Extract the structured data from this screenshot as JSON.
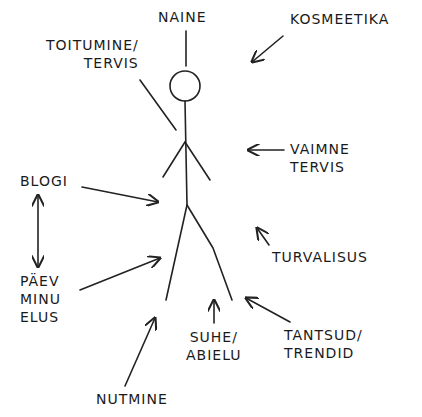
{
  "diagram": {
    "nodes": [
      {
        "text": [
          "NAINE"
        ]
      },
      {
        "text": [
          "KOSMEETIKA"
        ]
      },
      {
        "text": [
          "TOITUMINE/ TERVIS"
        ]
      },
      {
        "text": [
          "VAIMNE TERVIS"
        ]
      },
      {
        "text": [
          "BLOGI"
        ]
      },
      {
        "text": [
          "PÄEV MINU ELUS"
        ]
      },
      {
        "text": [
          "TURVALISUS"
        ]
      },
      {
        "text": [
          "NUTMINE"
        ]
      },
      {
        "text": [
          "SUHE/ ABIELU"
        ]
      },
      {
        "text": [
          "TANTSUD/ TRENDID"
        ]
      }
    ],
    "edges": [
      {
        "from": 4,
        "to": 5,
        "arrow": "both"
      }
    ]
  }
}
